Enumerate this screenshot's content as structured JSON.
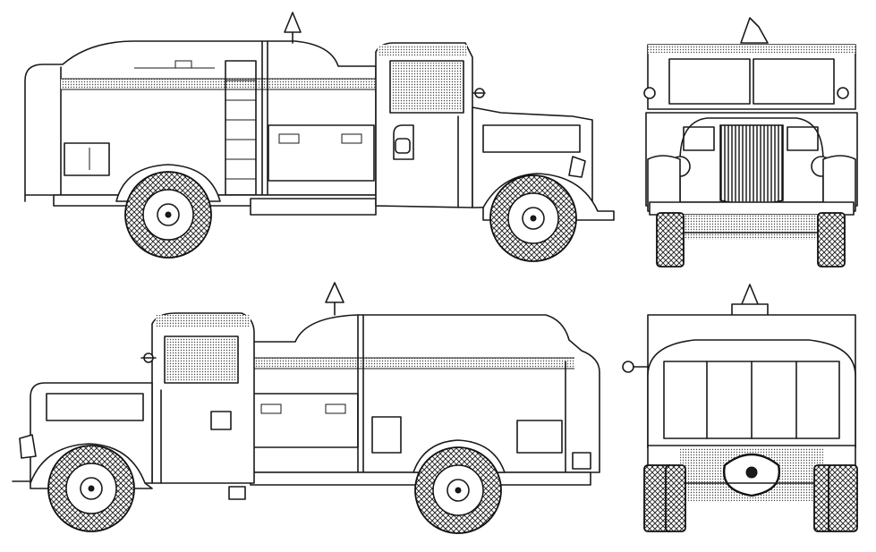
{
  "drawing": {
    "subject": "",
    "views": [
      {
        "id": "left-side"
      },
      {
        "id": "front"
      },
      {
        "id": "right-side"
      },
      {
        "id": "rear"
      }
    ]
  },
  "colors": {
    "ink": "#1a1a1a",
    "paper": "#ffffff"
  }
}
